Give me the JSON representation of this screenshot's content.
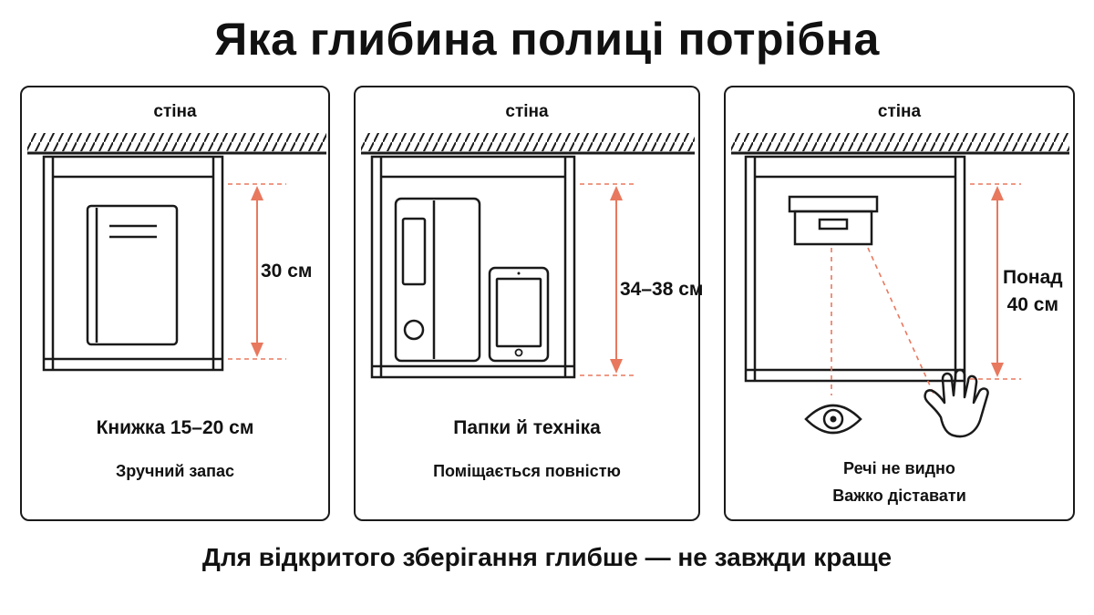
{
  "title": "Яка глибина полиці потрібна",
  "footer": "Для відкритого зберігання глибше — не завжди краще",
  "colors": {
    "ink": "#1a1a1a",
    "accent": "#e8785e"
  },
  "panels": [
    {
      "wall_label": "стіна",
      "depth_label": "30 см",
      "caption": "Книжка 15–20 см",
      "subcaption": "Зручний запас",
      "icons": [
        "book-icon"
      ]
    },
    {
      "wall_label": "стіна",
      "depth_label": "34–38 см",
      "caption": "Папки й техніка",
      "subcaption": "Поміщається повністю",
      "icons": [
        "binder-icon",
        "tablet-icon"
      ]
    },
    {
      "wall_label": "стіна",
      "depth_label_line1": "Понад",
      "depth_label_line2": "40 см",
      "caption_line1": "Речі не видно",
      "caption_line2": "Важко діставати",
      "icons": [
        "storage-box-icon",
        "eye-icon",
        "hand-icon"
      ]
    }
  ]
}
